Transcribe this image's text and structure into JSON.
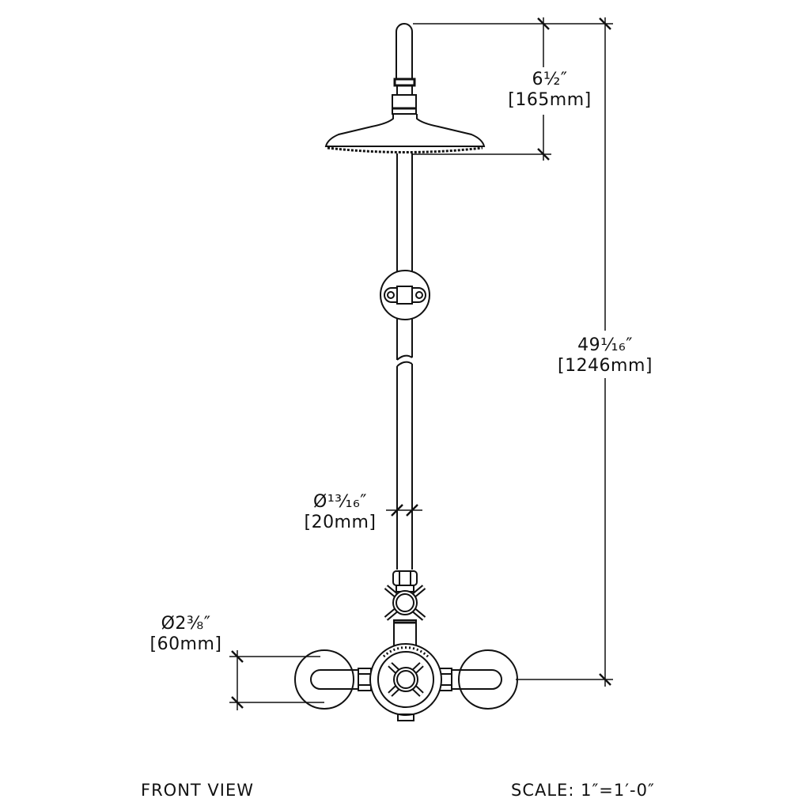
{
  "dimensions": {
    "head_drop": {
      "imperial": "6½″",
      "metric": "[165mm]"
    },
    "overall_height": {
      "imperial": "49¹⁄₁₆″",
      "metric": "[1246mm]"
    },
    "pipe_diameter": {
      "imperial": "Ø¹³⁄₁₆″",
      "metric": "[20mm]"
    },
    "flange_diameter": {
      "imperial": "Ø2⅜″",
      "metric": "[60mm]"
    }
  },
  "labels": {
    "view": "FRONT VIEW",
    "scale": "SCALE: 1″=1′-0″"
  }
}
